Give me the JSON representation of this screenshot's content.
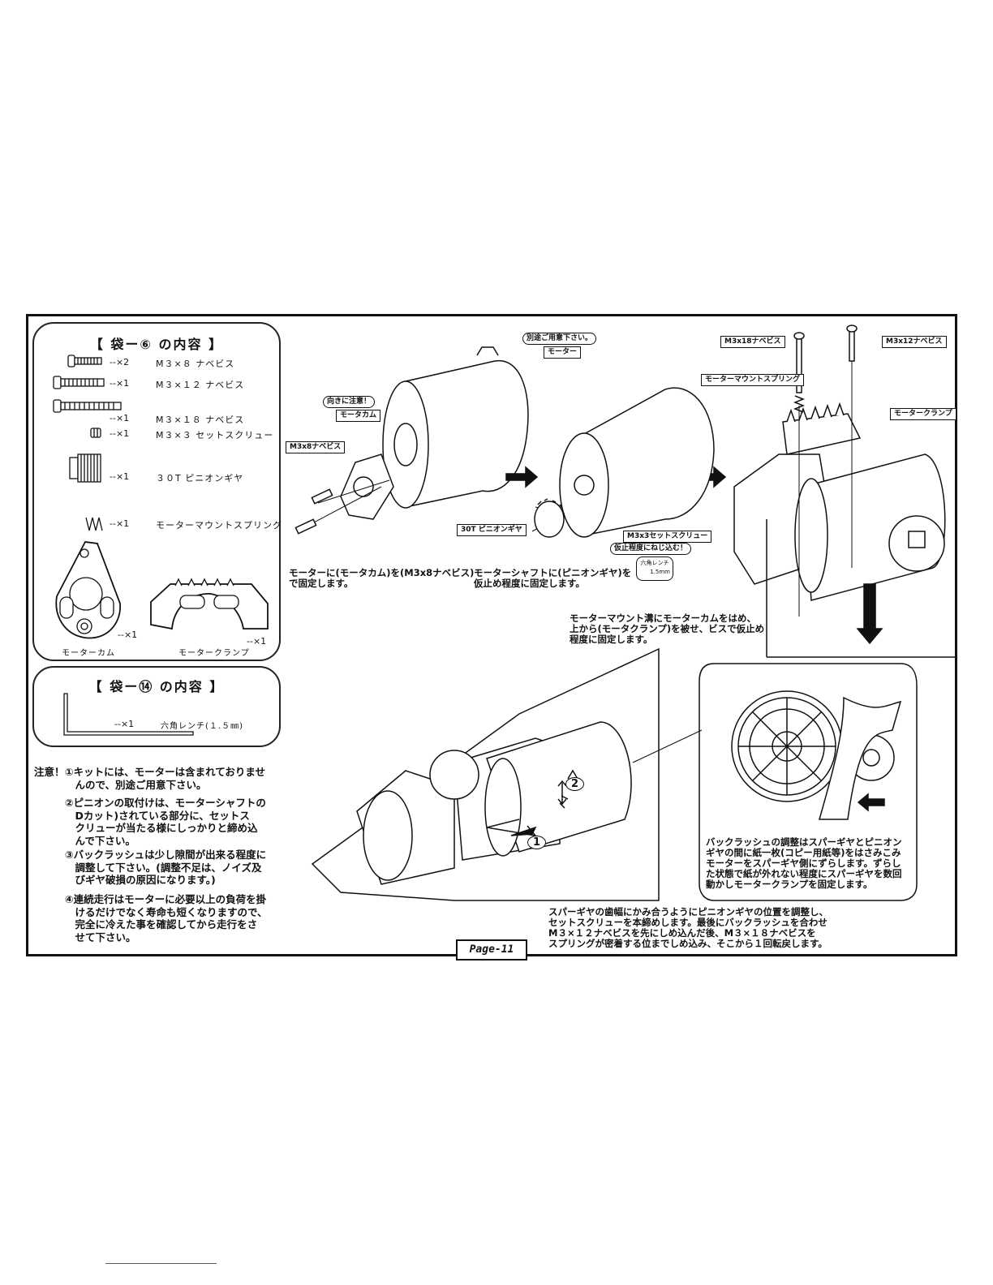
{
  "bag6": {
    "title": "【 袋ー⑥ の内容 】",
    "items": [
      {
        "qty": "--×2",
        "name": "M３×８ ナベビス"
      },
      {
        "qty": "--×1",
        "name": "M３×１２ ナベビス"
      },
      {
        "qty": "--×1",
        "name": "M３×１８ ナベビス"
      },
      {
        "qty": "--×1",
        "name": "M３×３ セットスクリュー"
      },
      {
        "qty": "--×1",
        "name": "３０T ピニオンギヤ"
      },
      {
        "qty": "--×1",
        "name": "モーターマウントスプリング"
      }
    ],
    "cam_qty": "--×1",
    "cam_label": "モーターカム",
    "clamp_qty": "--×1",
    "clamp_label": "モータークランプ"
  },
  "bag14": {
    "title": "【 袋ー⑭ の内容 】",
    "qty": "--×1",
    "name": "六角レンチ(１.５㎜)"
  },
  "caution": {
    "lead": "注意！",
    "items": [
      "①キットには、モーターは含まれておりませ\n　んので、別途ご用意下さい。",
      "②ピニオンの取付けは、モーターシャフトの\n　Dカット)されている部分に、セットス\n　クリューが当たる様にしっかりと締め込\n　んで下さい。",
      "③バックラッシュは少し隙間が出来る程度に\n　調整して下さい。(調整不足は、ノイズ及\n　びギヤ破損の原因になります。)",
      "④連続走行はモーターに必要以上の負荷を掛\n　けるだけでなく寿命も短くなりますので、\n　完全に冷えた事を確認してから走行をさ\n　せて下さい。"
    ]
  },
  "step1": {
    "tag_caution": "向きに注意！",
    "tag_cam": "モータカム",
    "tag_screw": "M3x8ナベビス",
    "text": "モーターに(モータカム)を(M3x8ナベビス)\nで固定します。"
  },
  "step2": {
    "tag_separate": "別途ご用意下さい。",
    "tag_motor": "モーター",
    "tag_pinion": "30T ピニオンギヤ",
    "tag_setscrew": "M3x3セットスクリュー",
    "tag_temp": "仮止程度にねじ込む！",
    "wrench_label": "六角レンチ",
    "wrench_size": "1.5mm",
    "text": "モーターシャフトに(ピニオンギヤ)を\n仮止め程度に固定します。"
  },
  "step3": {
    "tag_m318": "M3x18ナベビス",
    "tag_m312": "M3x12ナベビス",
    "tag_spring": "モーターマウントスプリング",
    "tag_clamp": "モータークランプ",
    "text": "モーターマウント溝にモーターカムをはめ、\n上から(モータクランプ)を被せ、ビスで仮止め\n程度に固定します。"
  },
  "step4": {
    "num1": "1",
    "num2": "2",
    "text": "スパーギヤの歯幅にかみ合うようにピニオンギヤの位置を調整し、\nセットスクリューを本締めします。最後にバックラッシュを合わせ\nM３×１２ナベビスを先にしめ込んだ後、M３×１８ナベビスを\nスプリングが密着する位までしめ込み、そこから１回転戻します。"
  },
  "backlash": {
    "text": "バックラッシュの調整はスパーギヤとピニオン\nギヤの間に紙一枚(コピー用紙等)をはさみこみ\nモーターをスパーギヤ側にずらします。ずらし\nた状態で紙が外れない程度にスパーギヤを数回\n動かしモータークランプを固定します。"
  },
  "page": {
    "label": "Page-11"
  }
}
